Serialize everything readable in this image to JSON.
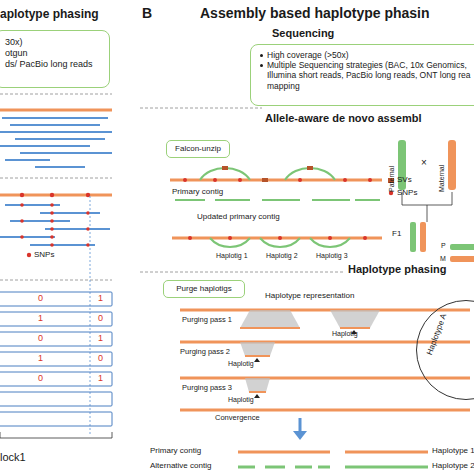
{
  "diagram": {
    "nodes": [
      {
        "text": [
          "30x)",
          "otgun",
          "ds/ PacBio long reads"
        ]
      },
      {
        "text": [
          "High coverage (>50x)",
          "Multiple Sequencing strategies (BAC, 10x Genomics, Illumina short reads, PacBio long reads, ONT long rea mapping"
        ]
      },
      {
        "text": [
          "Falcon-unzip"
        ]
      },
      {
        "text": [
          "Purge haplotigs"
        ]
      },
      {
        "text": [
          "Haplotype A"
        ]
      }
    ],
    "labels": [
      "aplotype phasing",
      "SNPs",
      "0",
      "1",
      "1",
      "0",
      "0",
      "1",
      "1",
      "0",
      "0",
      "1",
      "lock1",
      "B",
      "Assembly based haplotype phasin",
      "Sequencing",
      "Allele-aware de novo assembl",
      "SVs",
      "SNPs",
      "Primary contig",
      "Updated primary contig",
      "Haplotig 1",
      "Haplotig 2",
      "Haplotig 3",
      "Paternal",
      "×",
      "Maternal",
      "F1",
      "P",
      "M",
      "Haplotype phasing",
      "Haplotype representation",
      "Purging pass 1",
      "Haplotig",
      "Purging pass 2",
      "Haplotig",
      "Purging pass 3",
      "Haplotig",
      "Convergence",
      "Primary contig",
      "Alternative contig",
      "Haplotype 1",
      "Haplotype 2"
    ]
  }
}
